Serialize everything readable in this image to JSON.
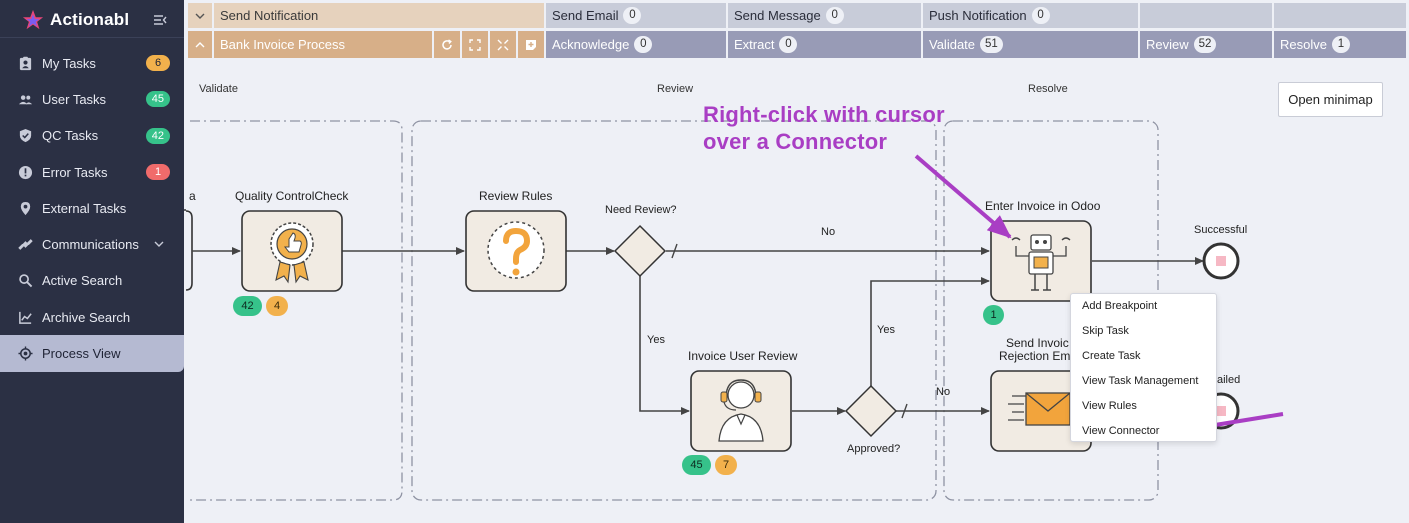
{
  "brand": {
    "name": "Actionabl"
  },
  "sidebar": {
    "items": [
      {
        "label": "My Tasks",
        "badge": "6",
        "badge_color": "orange",
        "icon": "clipboard-user-icon"
      },
      {
        "label": "User Tasks",
        "badge": "45",
        "badge_color": "green",
        "icon": "users-icon"
      },
      {
        "label": "QC Tasks",
        "badge": "42",
        "badge_color": "green",
        "icon": "shield-check-icon"
      },
      {
        "label": "Error Tasks",
        "badge": "1",
        "badge_color": "red",
        "icon": "alert-circle-icon"
      },
      {
        "label": "External Tasks",
        "badge": "",
        "icon": "map-pin-icon"
      },
      {
        "label": "Communications",
        "badge": "",
        "icon": "satellite-icon",
        "has_chevron": true
      },
      {
        "label": "Active Search",
        "badge": "",
        "icon": "search-icon"
      },
      {
        "label": "Archive Search",
        "badge": "",
        "icon": "archive-chart-icon"
      },
      {
        "label": "Process View",
        "badge": "",
        "icon": "target-icon",
        "active": true
      }
    ]
  },
  "stages": {
    "row1": [
      {
        "label": "Send Notification",
        "count": ""
      },
      {
        "label": "Send Email",
        "count": "0"
      },
      {
        "label": "Send Message",
        "count": "0"
      },
      {
        "label": "Push Notification",
        "count": "0"
      },
      {
        "label": "",
        "count": ""
      },
      {
        "label": "",
        "count": ""
      }
    ],
    "row2": [
      {
        "label": "Bank Invoice Process",
        "count": ""
      },
      {
        "label": "Acknowledge",
        "count": "0"
      },
      {
        "label": "Extract",
        "count": "0"
      },
      {
        "label": "Validate",
        "count": "51"
      },
      {
        "label": "Review",
        "count": "52"
      },
      {
        "label": "Resolve",
        "count": "1"
      }
    ]
  },
  "canvas": {
    "lanes": [
      "Validate",
      "Review",
      "Resolve"
    ],
    "open_minimap": "Open minimap",
    "annotation_line1": "Right-click with cursor",
    "annotation_line2": "over a Connector",
    "nodes": {
      "partial": "a",
      "quality": "Quality ControlCheck",
      "review_rules": "Review Rules",
      "need_review": "Need Review?",
      "enter_invoice": "Enter Invoice in Odoo",
      "successful": "Successful",
      "invoice_user_review": "Invoice User Review",
      "approved": "Approved?",
      "send_invoice_1": "Send Invoic",
      "send_invoice_2": "Rejection Em",
      "failed_partial": "ailed"
    },
    "edges": {
      "no1": "No",
      "yes1": "Yes",
      "yes2": "Yes",
      "no2": "No"
    },
    "badges": {
      "quality_green": "42",
      "quality_orange": "4",
      "enter_green": "1",
      "review_green": "45",
      "review_orange": "7"
    }
  },
  "context_menu": [
    "Add Breakpoint",
    "Skip Task",
    "Create Task",
    "View Task Management",
    "View Rules",
    "View Connector"
  ],
  "colors": {
    "sidebar_bg": "#2b3044",
    "annotation": "#a93ec4",
    "badge_green": "#36c28a",
    "badge_orange": "#f2b14c",
    "badge_red": "#f06b6b"
  }
}
